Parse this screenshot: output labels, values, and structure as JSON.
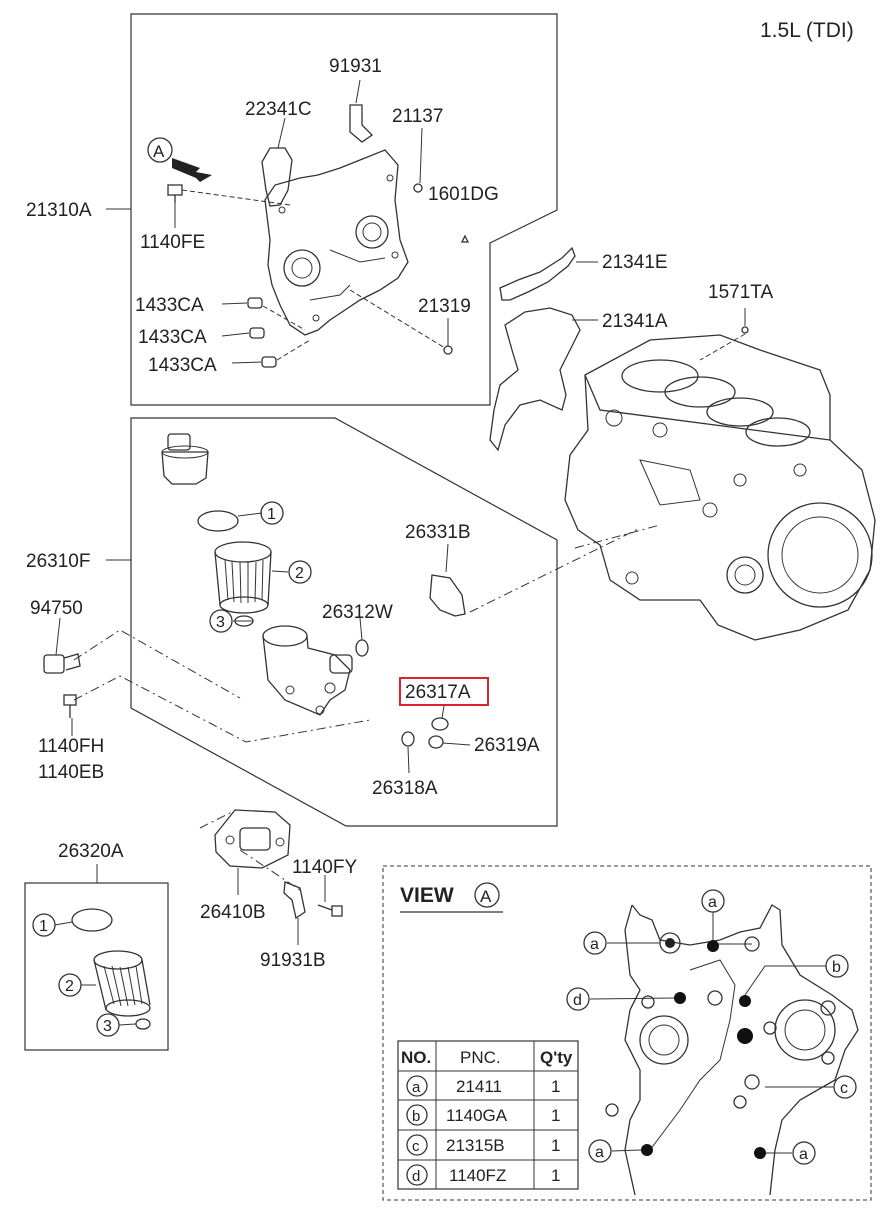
{
  "engine_label": "1.5L (TDI)",
  "callouts": {
    "p91931": "91931",
    "p22341C": "22341C",
    "p21137": "21137",
    "p1601DG": "1601DG",
    "p21310A": "21310A",
    "p1140FE": "1140FE",
    "p1433CA_1": "1433CA",
    "p1433CA_2": "1433CA",
    "p1433CA_3": "1433CA",
    "p21319": "21319",
    "p21341E": "21341E",
    "p21341A": "21341A",
    "p1571TA": "1571TA",
    "p26331B": "26331B",
    "p26310F": "26310F",
    "p94750": "94750",
    "p26312W": "26312W",
    "p26317A": "26317A",
    "p26319A": "26319A",
    "p26318A": "26318A",
    "p1140FH": "1140FH",
    "p1140EB": "1140EB",
    "p26320A": "26320A",
    "p26410B": "26410B",
    "p1140FY": "1140FY",
    "p91931B": "91931B"
  },
  "view_marker": "A",
  "numbered_refs": [
    "1",
    "2",
    "3"
  ],
  "view": {
    "title": "VIEW",
    "marker": "A",
    "letters": [
      "a",
      "b",
      "c",
      "d"
    ]
  },
  "table": {
    "headers": [
      "NO.",
      "PNC.",
      "Q'ty"
    ],
    "rows": [
      {
        "no": "a",
        "pnc": "21411",
        "qty": "1"
      },
      {
        "no": "b",
        "pnc": "1140GA",
        "qty": "1"
      },
      {
        "no": "c",
        "pnc": "21315B",
        "qty": "1"
      },
      {
        "no": "d",
        "pnc": "1140FZ",
        "qty": "1"
      }
    ]
  },
  "highlighted_callout": "26317A",
  "highlight_color": "#d9232e"
}
